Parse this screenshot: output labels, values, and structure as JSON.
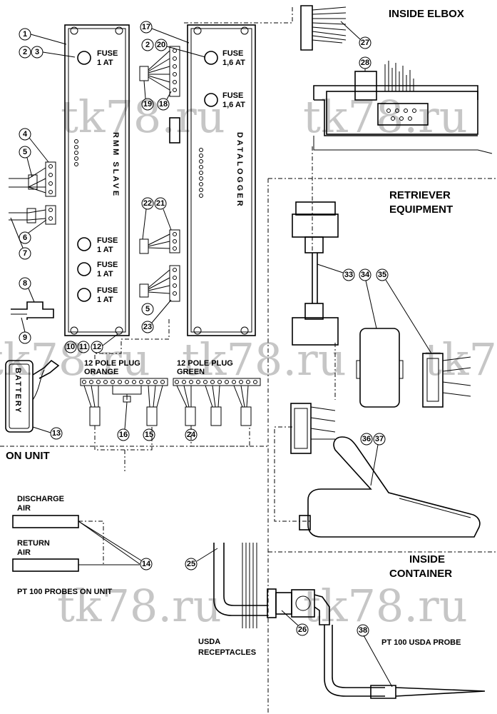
{
  "sections": {
    "inside_elbox": "INSIDE ELBOX",
    "retriever": [
      "RETRIEVER",
      "EQUIPMENT"
    ],
    "on_unit": "ON UNIT",
    "inside_container": [
      "INSIDE",
      "CONTAINER"
    ]
  },
  "rmm": {
    "title": "RMM SLAVE",
    "fuses": [
      [
        "FUSE",
        "1 AT"
      ],
      [
        "FUSE",
        "1 AT"
      ],
      [
        "FUSE",
        "1 AT"
      ],
      [
        "FUSE",
        "1 AT"
      ]
    ]
  },
  "datalogger": {
    "title": "DATALOGGER",
    "fuses": [
      [
        "FUSE",
        "1,6 AT"
      ],
      [
        "FUSE",
        "1,6 AT"
      ]
    ]
  },
  "plugs": {
    "orange": [
      "12 POLE PLUG",
      "ORANGE"
    ],
    "green": [
      "12 POLE PLUG",
      "GREEN"
    ]
  },
  "battery": "BATTERY",
  "probes": {
    "discharge": [
      "DISCHARGE",
      "AIR"
    ],
    "return": [
      "RETURN",
      "AIR"
    ],
    "caption": "PT 100 PROBES ON UNIT",
    "usda": "PT 100 USDA PROBE",
    "receptacles": [
      "USDA",
      "RECEPTACLES"
    ]
  },
  "callouts": [
    "1",
    "2",
    "3",
    "4",
    "5",
    "6",
    "7",
    "8",
    "9",
    "10",
    "11",
    "12",
    "13",
    "14",
    "15",
    "16",
    "17",
    "2",
    "20",
    "19",
    "18",
    "22",
    "21",
    "5",
    "23",
    "24",
    "25",
    "26",
    "27",
    "28",
    "33",
    "34",
    "35",
    "36",
    "37",
    "38"
  ],
  "watermark": "tk78.ru"
}
